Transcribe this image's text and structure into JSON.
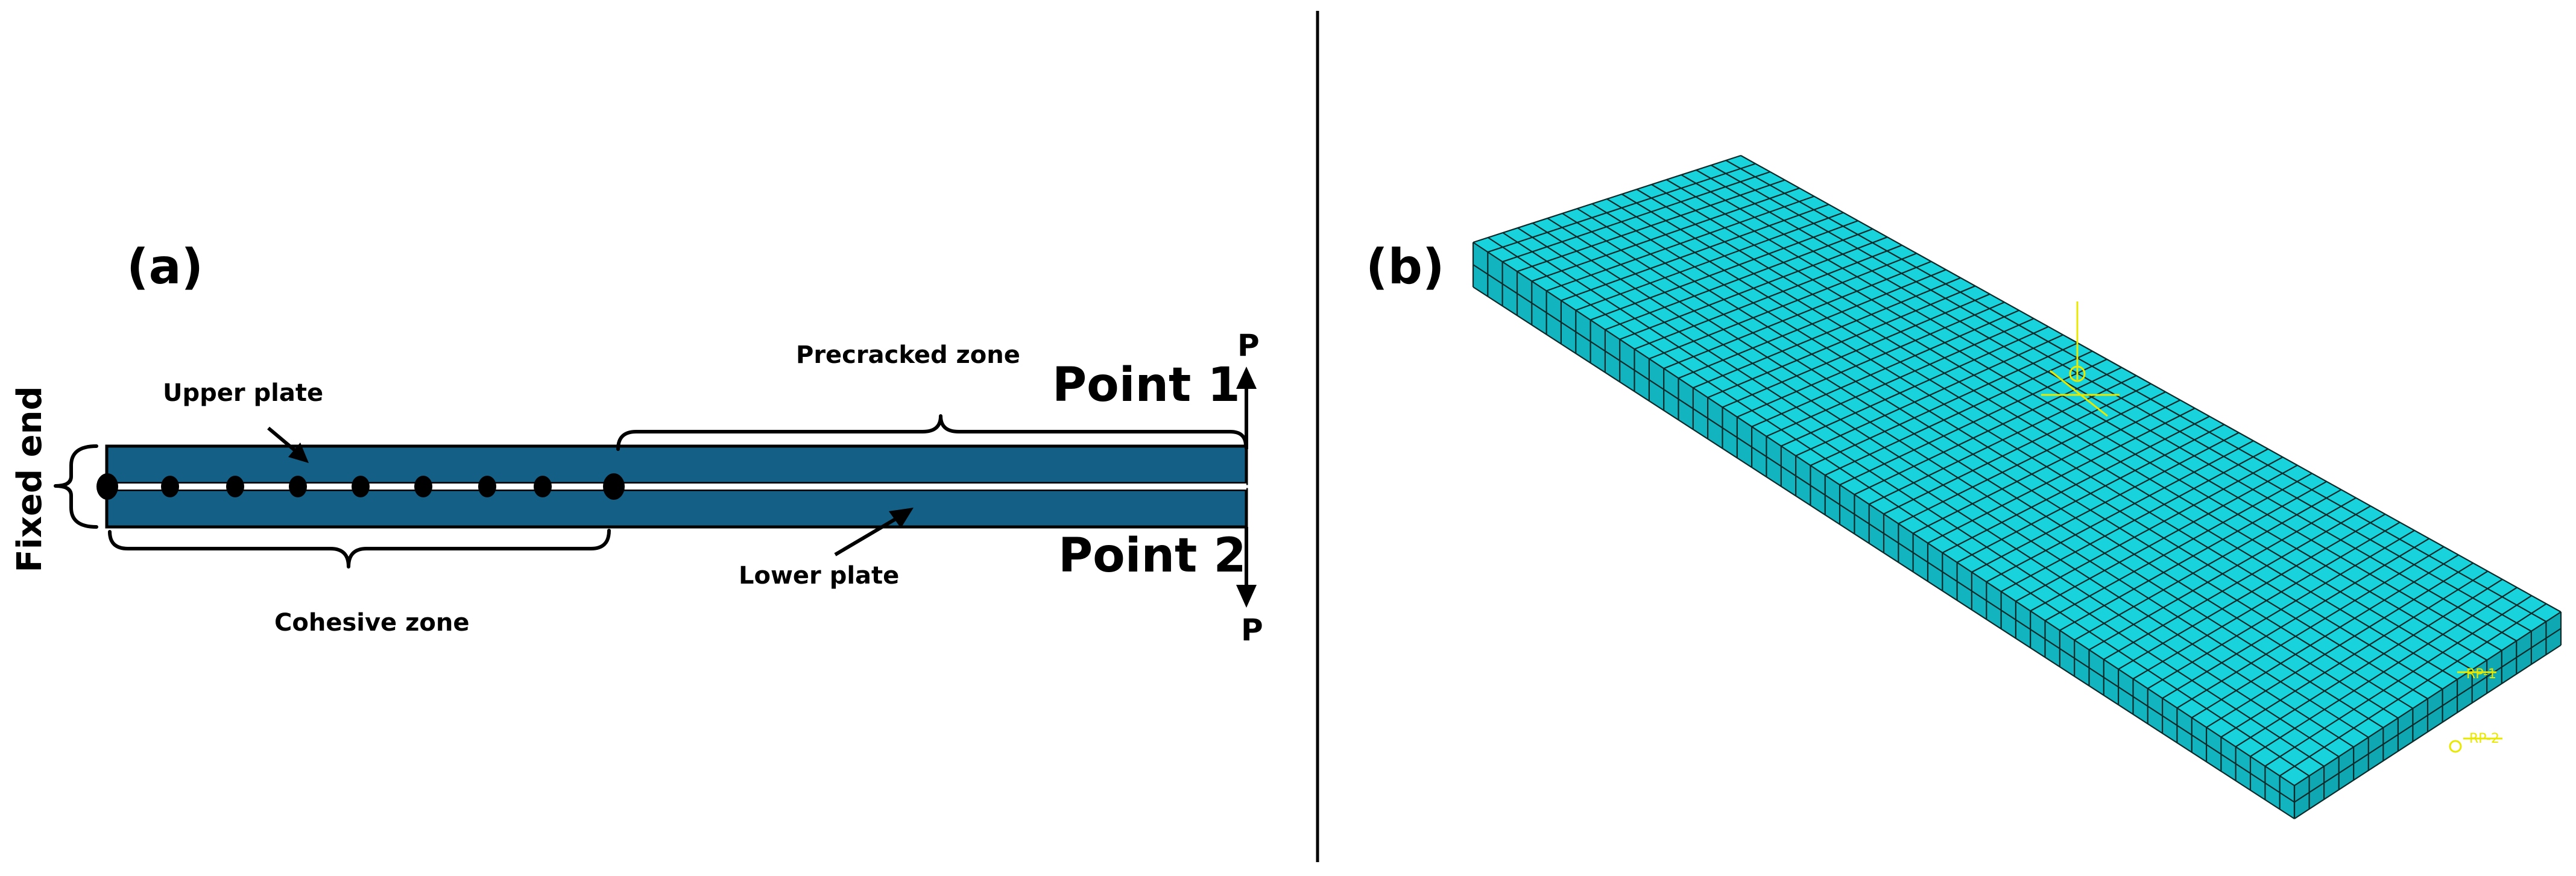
{
  "panel_a": {
    "label": "(a)",
    "fixed_end": "Fixed end",
    "upper_plate": "Upper plate",
    "lower_plate": "Lower plate",
    "precracked_zone": "Precracked zone",
    "cohesive_zone": "Cohesive zone",
    "point1": "Point 1",
    "point2": "Point 2",
    "load_top": "P",
    "load_bottom": "P",
    "cohesive_node_count": 9
  },
  "panel_b": {
    "label": "(b)",
    "rp_top": "RP-1",
    "rp_bottom": "RP-2",
    "mesh_rows": 18,
    "mesh_cols": 56
  },
  "colors": {
    "plate": "#145f85",
    "mesh": "#19d3dc",
    "mesh_side": "#12b5bf",
    "mesh_front": "#0fa8b2",
    "reference_marker": "#e8e800",
    "divider": "#000000"
  }
}
